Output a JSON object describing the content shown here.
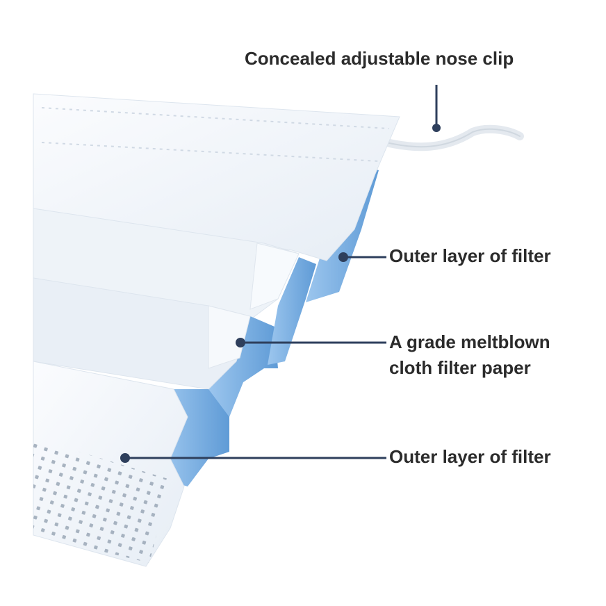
{
  "labels": {
    "nose_clip": "Concealed adjustable nose clip",
    "outer_layer_top": "Outer layer of filter",
    "meltblown_line1": "A grade meltblown",
    "meltblown_line2": "cloth filter paper",
    "outer_layer_bottom": "Outer layer of filter"
  },
  "colors": {
    "text": "#2b2b2b",
    "leader_line": "#2e3f5c",
    "mask_white": "#f3f6fa",
    "mask_blue": "#7fb4e6",
    "mask_blue_dark": "#5f9bd6",
    "background": "#ffffff"
  }
}
